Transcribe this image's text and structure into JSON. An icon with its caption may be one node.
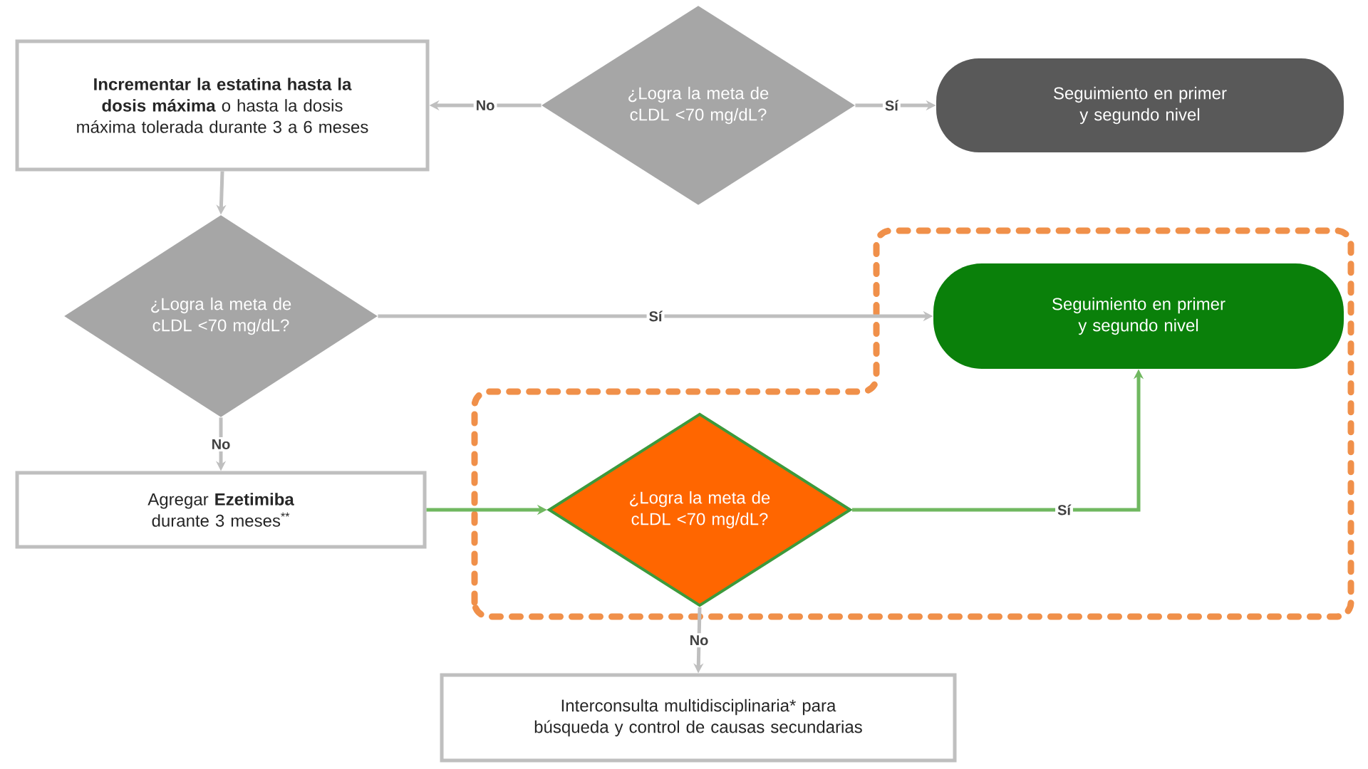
{
  "diagram": {
    "nodes": [
      {
        "text": [
          "**Incrementar la estatina hasta la dosis máxima** o hasta la dosis máxima tolerada durante 3 a 6 meses"
        ]
      },
      {
        "text": [
          "¿Logra la meta de cLDL <70 mg/dL?"
        ]
      },
      {
        "text": [
          "Seguimiento en primer y segundo nivel"
        ]
      },
      {
        "text": [
          "¿Logra la meta de cLDL <70 mg/dL?"
        ]
      },
      {
        "text": [
          "Seguimiento en primer y segundo nivel"
        ]
      },
      {
        "text": [
          "Agregar **Ezetimiba** durante 3 meses$^{**}$"
        ]
      },
      {
        "text": [
          "¿Logra la meta de cLDL <70 mg/dL?"
        ]
      },
      {
        "text": [
          "Interconsulta multidisciplinaria* para búsqueda y control de causas secundarias"
        ]
      }
    ],
    "edges": [
      {
        "from": 1,
        "to": 0,
        "arrow": "to",
        "label": "No"
      },
      {
        "from": 1,
        "to": 2,
        "arrow": "to",
        "label": "Sí"
      },
      {
        "from": 0,
        "to": 3,
        "arrow": "to"
      },
      {
        "from": 3,
        "to": 4,
        "arrow": "to",
        "label": "Sí"
      },
      {
        "from": 3,
        "to": 5,
        "arrow": "to",
        "label": "No"
      },
      {
        "from": 5,
        "to": 6,
        "arrow": "to",
        "color": "#70b860"
      },
      {
        "from": 6,
        "to": 4,
        "arrow": "to",
        "label": "Sí",
        "color": "#70b860"
      },
      {
        "from": 6,
        "to": 7,
        "arrow": "to",
        "label": "No"
      }
    ]
  }
}
